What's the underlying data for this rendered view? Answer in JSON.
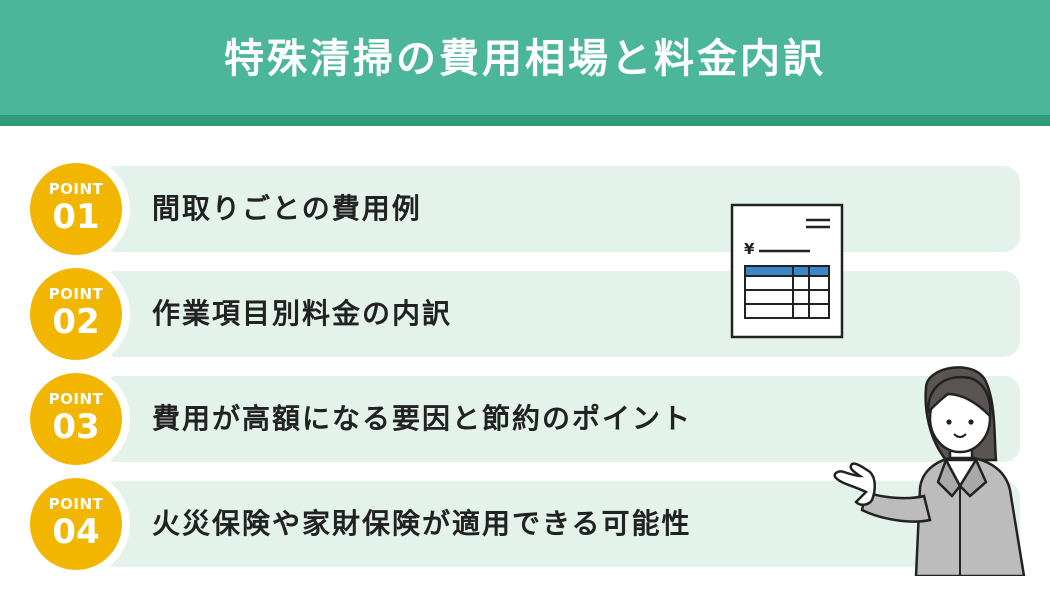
{
  "header": {
    "title": "特殊清掃の費用相場と料金内訳"
  },
  "items": [
    {
      "point": "POINT",
      "num": "01",
      "text": "間取りごとの費用例"
    },
    {
      "point": "POINT",
      "num": "02",
      "text": "作業項目別料金の内訳"
    },
    {
      "point": "POINT",
      "num": "03",
      "text": "費用が高額になる要因と節約のポイント"
    },
    {
      "point": "POINT",
      "num": "04",
      "text": "火災保険や家財保険が適用できる可能性"
    }
  ],
  "invoice": {
    "yen": "¥"
  },
  "colors": {
    "header": "#4cb69b",
    "header_bar": "#2f9e78",
    "badge": "#f2b600",
    "band": "#e4f2ec",
    "invoice_table_header": "#3a86c8"
  },
  "icons": [
    "invoice-icon",
    "businesswoman-illustration"
  ]
}
